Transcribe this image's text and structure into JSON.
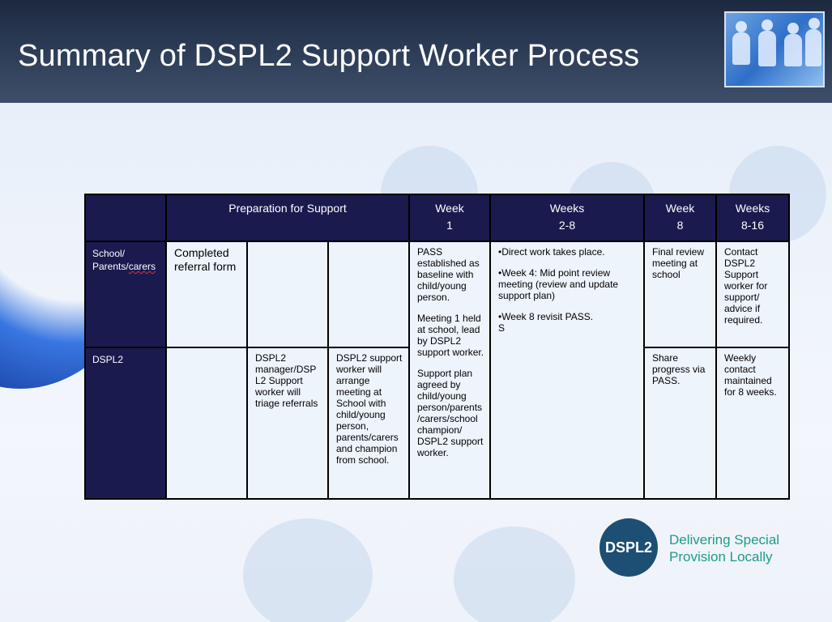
{
  "slide": {
    "title": "Summary of DSPL2 Support Worker Process"
  },
  "table": {
    "headers": {
      "preparation": "Preparation for Support",
      "week1_line1": "Week",
      "week1_line2": "1",
      "weeks28_line1": "Weeks",
      "weeks28_line2": "2-8",
      "week8_line1": "Week",
      "week8_line2": "8",
      "weeks816_line1": "Weeks",
      "weeks816_line2": "8-16"
    },
    "rows": {
      "school_label_a": "School/",
      "school_label_b": "Parents/",
      "school_label_c": "carers",
      "dspl2_label": "DSPL2"
    },
    "cells": {
      "completed_referral": "Completed referral form",
      "triage": "DSPL2 manager/DSP L2 Support worker will triage referrals",
      "arrange_meeting": "DSPL2 support worker will arrange meeting at School with child/young person, parents/carers and champion from school.",
      "week1_p1": "PASS established as baseline with child/young person.",
      "week1_p2": "Meeting 1 held at school, lead by DSPL2 support worker.",
      "week1_p3": "Support plan agreed by child/young person/parents /carers/school champion/ DSPL2 support worker.",
      "weeks28_p1": "•Direct work takes place.",
      "weeks28_p2": "•Week 4: Mid point review meeting (review and update support plan)",
      "weeks28_p3": "•Week 8 revisit PASS.",
      "weeks28_p4": "S",
      "week8_school": "Final review meeting at school",
      "week8_dspl2": "Share progress via PASS.",
      "weeks816_school": "Contact DSPL2 Support worker for support/ advice if required.",
      "weeks816_dspl2": "Weekly contact maintained for 8 weeks."
    }
  },
  "brand": {
    "logo_text": "DSPL2",
    "tagline_line1": "Delivering Special",
    "tagline_line2": "Provision Locally",
    "logo_color": "#1c4f73",
    "tagline_color": "#1e9c88",
    "header_color": "#1a1a4e"
  }
}
